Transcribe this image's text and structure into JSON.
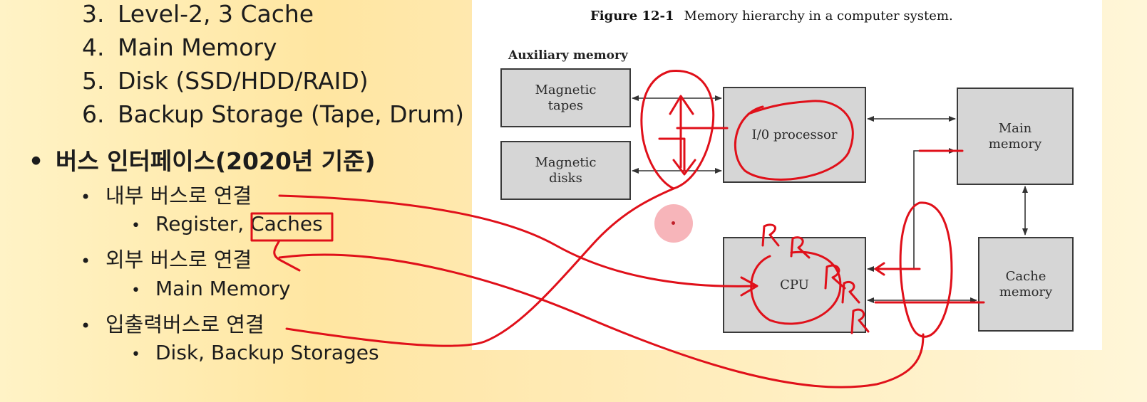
{
  "numbered_list": [
    {
      "num": "3.",
      "text": "Level-2, 3 Cache"
    },
    {
      "num": "4.",
      "text": "Main Memory"
    },
    {
      "num": "5.",
      "text": "Disk (SSD/HDD/RAID)"
    },
    {
      "num": "6.",
      "text": "Backup Storage (Tape, Drum)"
    }
  ],
  "bus_section": {
    "heading": "버스 인터페이스(2020년 기준)",
    "groups": [
      {
        "label": "내부 버스로 연결",
        "sub": "Register, Caches"
      },
      {
        "label": "외부 버스로 연결",
        "sub": "Main Memory"
      },
      {
        "label": "입출력버스로 연결",
        "sub": "Disk, Backup Storages"
      }
    ]
  },
  "figure": {
    "title_number": "Figure 12-1",
    "title_text": "Memory hierarchy in a computer system.",
    "aux_label": "Auxiliary memory",
    "boxes": {
      "magnetic_tapes": "Magnetic\ntapes",
      "magnetic_disks": "Magnetic\ndisks",
      "io_processor": "I/0 processor",
      "main_memory": "Main\nmemory",
      "cpu": "CPU",
      "cache_memory": "Cache\nmemory"
    }
  },
  "annotation": {
    "ink_color": "#e0101a",
    "r_marks": [
      "R",
      "R",
      "R",
      "R",
      "R"
    ]
  },
  "colors": {
    "slide_background": "#ffe6a1",
    "figure_box_fill": "#d6d6d6",
    "laser_pointer": "#f07882"
  }
}
